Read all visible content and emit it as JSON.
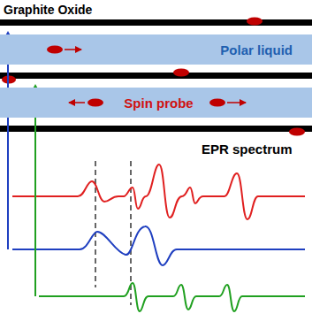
{
  "diagram": {
    "title": "Graphite Oxide",
    "nodes": [
      {
        "text": [
          "Polar liquid"
        ]
      },
      {
        "text": [
          "Spin probe"
        ]
      }
    ],
    "labels": [
      "EPR spectrum"
    ]
  }
}
